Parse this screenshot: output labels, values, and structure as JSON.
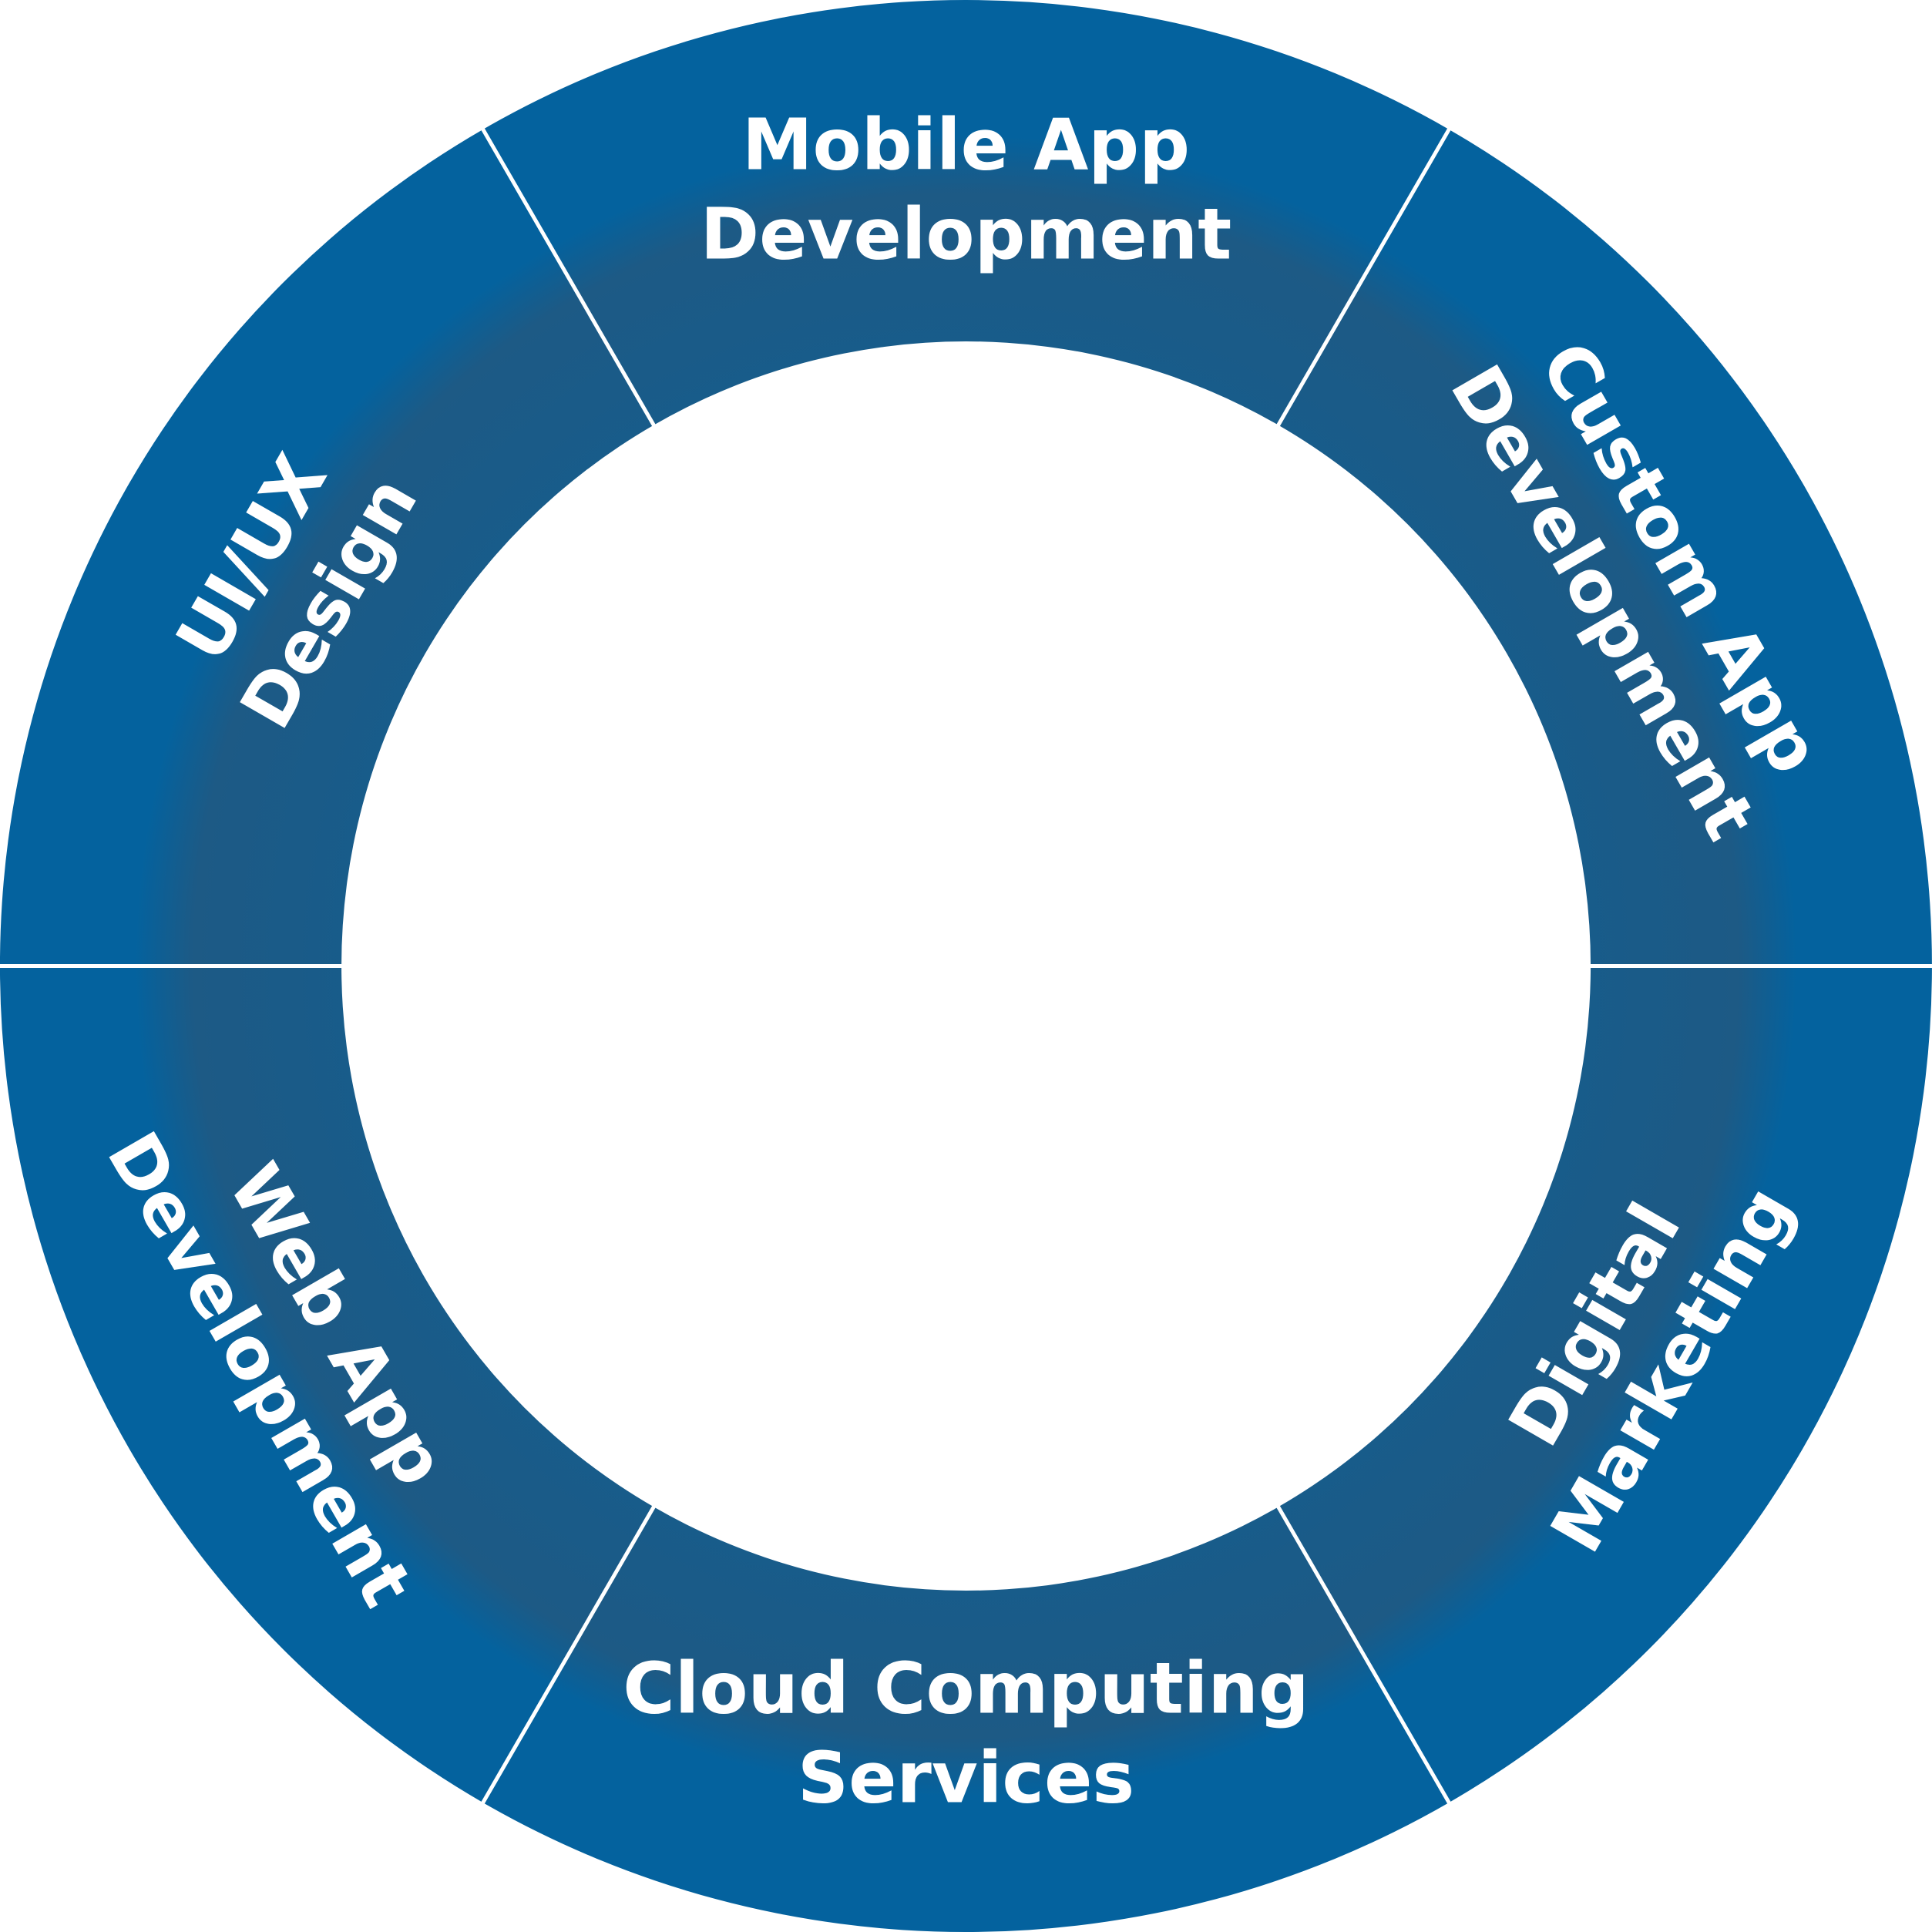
{
  "colors": {
    "ring": "#04629e",
    "ring_inner_shadow": "#1d5a85",
    "divider": "#ffffff",
    "label": "#ffffff",
    "background": "#ffffff"
  },
  "segments": [
    {
      "lines": [
        "Mobile App",
        "Development"
      ]
    },
    {
      "lines": [
        "Custom App",
        "Development"
      ]
    },
    {
      "lines": [
        "Digital",
        "Marketing"
      ]
    },
    {
      "lines": [
        "Cloud Computing",
        "Services"
      ]
    },
    {
      "lines": [
        "Web App",
        "Development"
      ]
    },
    {
      "lines": [
        "UI/UX",
        "Design"
      ]
    }
  ]
}
